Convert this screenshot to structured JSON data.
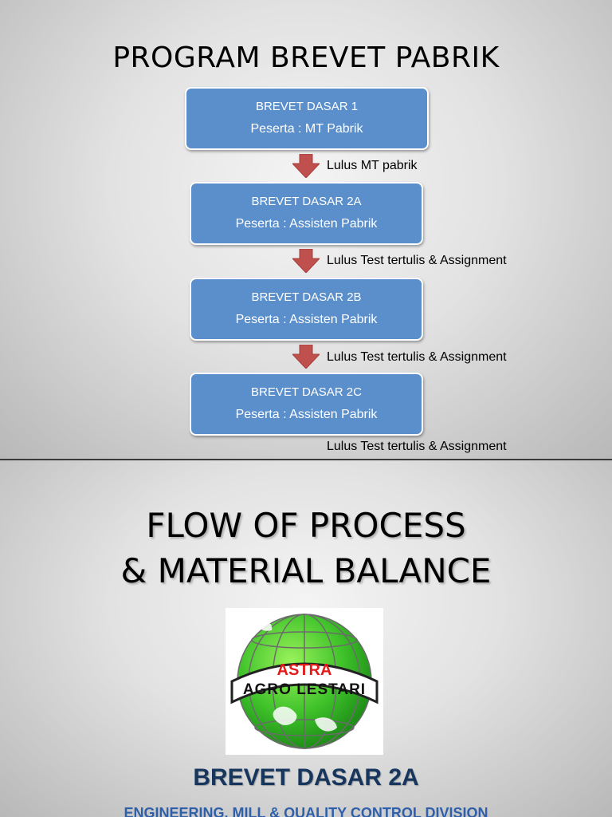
{
  "slide1": {
    "title": "PROGRAM BREVET PABRIK",
    "boxes": [
      {
        "line1": "BREVET DASAR 1",
        "line2": "Peserta : MT Pabrik"
      },
      {
        "line1": "BREVET DASAR 2A",
        "line2": "Peserta : Assisten Pabrik"
      },
      {
        "line1": "BREVET DASAR 2B",
        "line2": "Peserta : Assisten Pabrik"
      },
      {
        "line1": "BREVET DASAR 2C",
        "line2": "Peserta : Assisten Pabrik"
      }
    ],
    "transitions": [
      "Lulus MT pabrik",
      "Lulus Test tertulis & Assignment",
      "Lulus Test tertulis & Assignment",
      "Lulus Test tertulis & Assignment"
    ],
    "colors": {
      "box": "#5b8fcb",
      "arrow": "#c0504d"
    }
  },
  "slide2": {
    "title_line1": "FLOW OF PROCESS",
    "title_line2": "& MATERIAL BALANCE",
    "logo": {
      "top_text": "ASTRA",
      "band_text": "AGRO LESTARI",
      "icon": "globe-logo-icon"
    },
    "subtitle": "BREVET DASAR 2A",
    "division": "ENGINEERING, MILL & QUALITY CONTROL DIVISION"
  }
}
